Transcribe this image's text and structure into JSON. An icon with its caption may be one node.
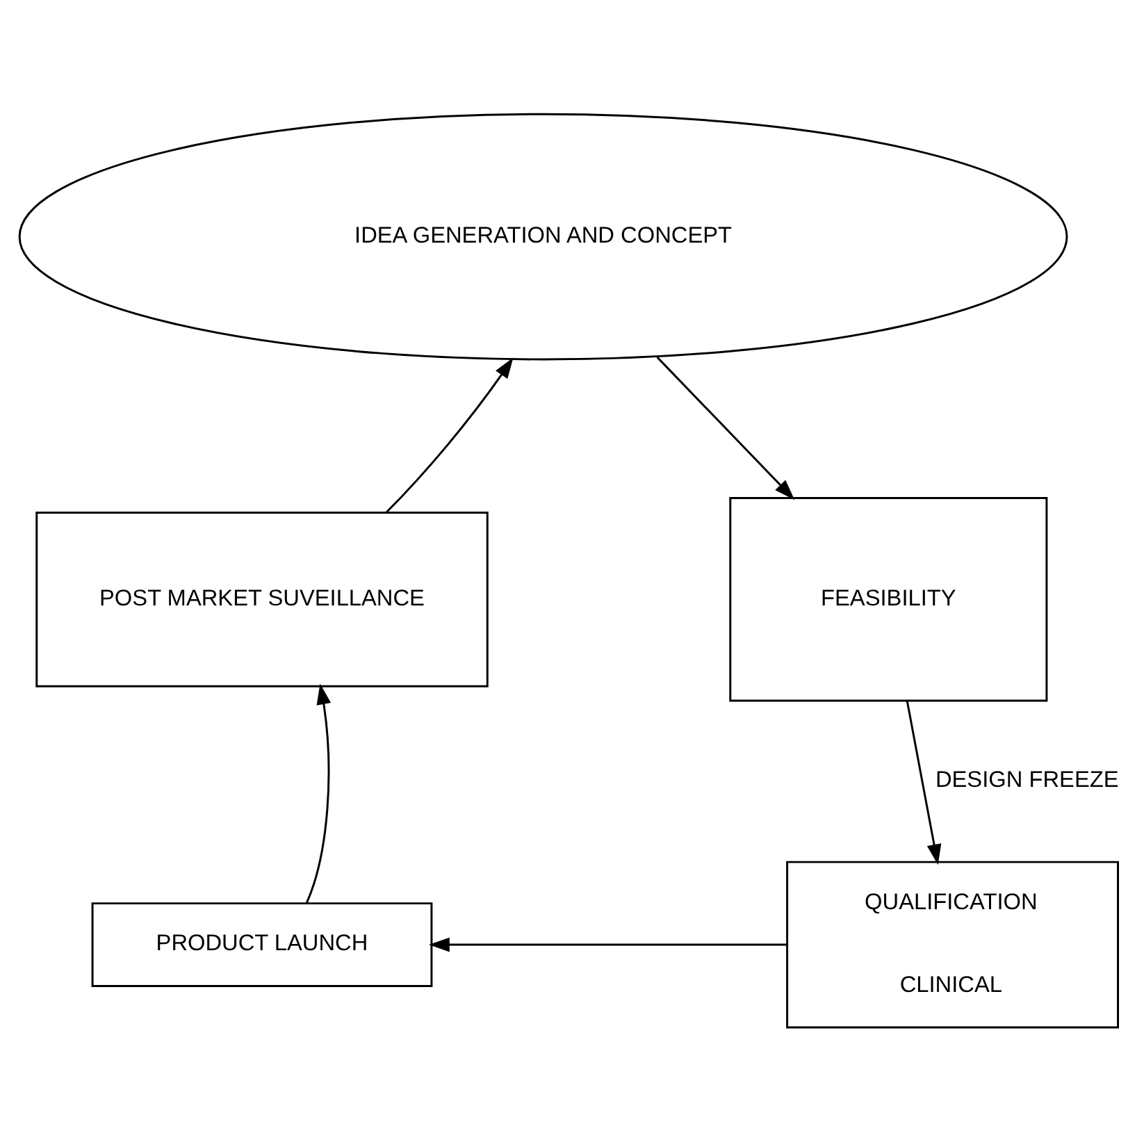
{
  "diagram": {
    "nodes": [
      {
        "text": [
          "IDEA GENERATION AND CONCEPT"
        ]
      },
      {
        "text": [
          "POST MARKET SUVEILLANCE"
        ]
      },
      {
        "text": [
          "FEASIBILITY"
        ]
      },
      {
        "text": [
          "QUALIFICATION",
          "CLINICAL"
        ]
      },
      {
        "text": [
          "PRODUCT LAUNCH"
        ]
      }
    ],
    "edges": [
      {
        "from": 0,
        "to": 2,
        "arrow": "to"
      },
      {
        "from": 2,
        "to": 3,
        "arrow": "to",
        "label": "DESIGN FREEZE"
      },
      {
        "from": 3,
        "to": 4,
        "arrow": "to"
      },
      {
        "from": 4,
        "to": 1,
        "arrow": "to"
      },
      {
        "from": 1,
        "to": 0,
        "arrow": "to"
      }
    ]
  }
}
